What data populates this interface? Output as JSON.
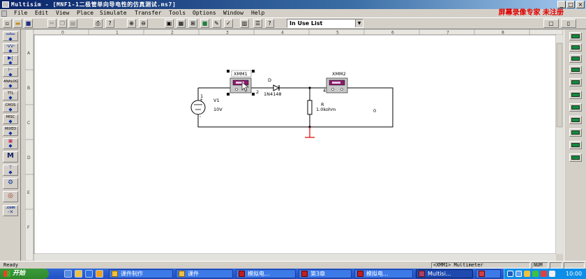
{
  "window": {
    "title": "Multisim - [MNF1-1二极管单向导电性的仿真测试.ms7]"
  },
  "brand_text": "屏幕录像专家  未注册",
  "menu": [
    "File",
    "Edit",
    "View",
    "Place",
    "Simulate",
    "Transfer",
    "Tools",
    "Options",
    "Window",
    "Help"
  ],
  "window_controls": {
    "minimize": "_",
    "maximize": "□",
    "close": "×"
  },
  "toolbar": {
    "in_use_list": "In Use List",
    "icons": [
      "new-icon",
      "open-icon",
      "save-icon",
      "cut-icon",
      "copy-icon",
      "paste-icon",
      "print-icon",
      "help-icon",
      "zoom-in-icon",
      "zoom-out-icon",
      "fullscreen-icon",
      "postprocessor-icon",
      "grapher-icon",
      "db-manager-icon",
      "component-wizard-icon",
      "electrical-rules-icon"
    ]
  },
  "left_parts": [
    {
      "name": "sources",
      "label": ""
    },
    {
      "name": "basic",
      "label": ""
    },
    {
      "name": "diodes",
      "label": ""
    },
    {
      "name": "transistors",
      "label": ""
    },
    {
      "name": "analog",
      "label": "ANALOG"
    },
    {
      "name": "ttl",
      "label": "TTL"
    },
    {
      "name": "cmos",
      "label": "CMOS"
    },
    {
      "name": "misc-digital",
      "label": "MISC"
    },
    {
      "name": "mixed",
      "label": "MIXED"
    },
    {
      "name": "indicators",
      "label": ""
    },
    {
      "name": "misc",
      "label": "M"
    },
    {
      "name": "rf",
      "label": ""
    },
    {
      "name": "electromechanical",
      "label": ""
    },
    {
      "name": "ladder",
      "label": ""
    },
    {
      "name": "web",
      "label": ".com"
    }
  ],
  "ruler": {
    "columns": [
      "0",
      "1",
      "2",
      "3",
      "4",
      "5",
      "6",
      "7",
      "8"
    ],
    "rows": [
      "A",
      "B",
      "C",
      "D",
      "E",
      "F"
    ]
  },
  "circuit": {
    "xmm1_label": "XMM1",
    "xmm2_label": "XMM2",
    "diode_ref": "D",
    "diode_model": "1N4148",
    "source_ref": "V1",
    "source_value": "10V",
    "resistor_ref": "R",
    "resistor_value": "1.0kohm",
    "node_xmm1": "2",
    "node_xmm2": "4",
    "node_ground": "0",
    "node_source_plus": "1",
    "plus": "+",
    "minus": "-"
  },
  "statusbar": {
    "left": "Ready",
    "selection": "<XMM1> Multimeter",
    "num": "NUM"
  },
  "taskbar": {
    "start": "开始",
    "tasks": [
      "课件制作",
      "课件",
      "模拟电...",
      "第3章",
      "模拟电...",
      "Multisi..."
    ],
    "active_task": "Multisi...",
    "clock": "10:00"
  },
  "colors": {
    "title_start": "#0a246a",
    "title_end": "#a6caf0",
    "brand": "#e00000",
    "wire": "#000000",
    "ground": "#e00000",
    "multimeter_face": "#8a1c6e"
  }
}
